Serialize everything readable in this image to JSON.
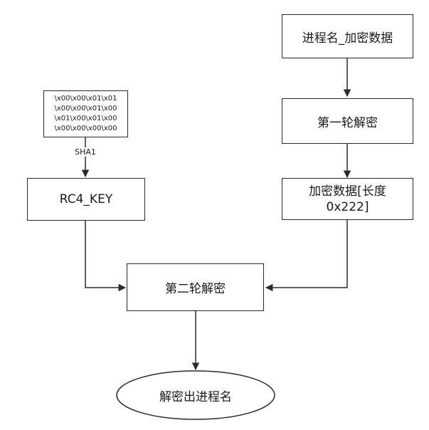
{
  "nodes": {
    "process_encrypted": "进程名_加密数据",
    "round1": "第一轮解密",
    "encrypted_len_line1": "加密数据[长度",
    "encrypted_len_line2": "0x222]",
    "key_bytes": [
      "\\x00\\x00\\x01\\x01",
      "\\x00\\x00\\x01\\x00",
      "\\x01\\x00\\x01\\x00",
      "\\x00\\x00\\x00\\x00"
    ],
    "rc4_key": "RC4_KEY",
    "round2": "第二轮解密",
    "output": "解密出进程名"
  },
  "edges": {
    "sha1_label": "SHA1"
  }
}
